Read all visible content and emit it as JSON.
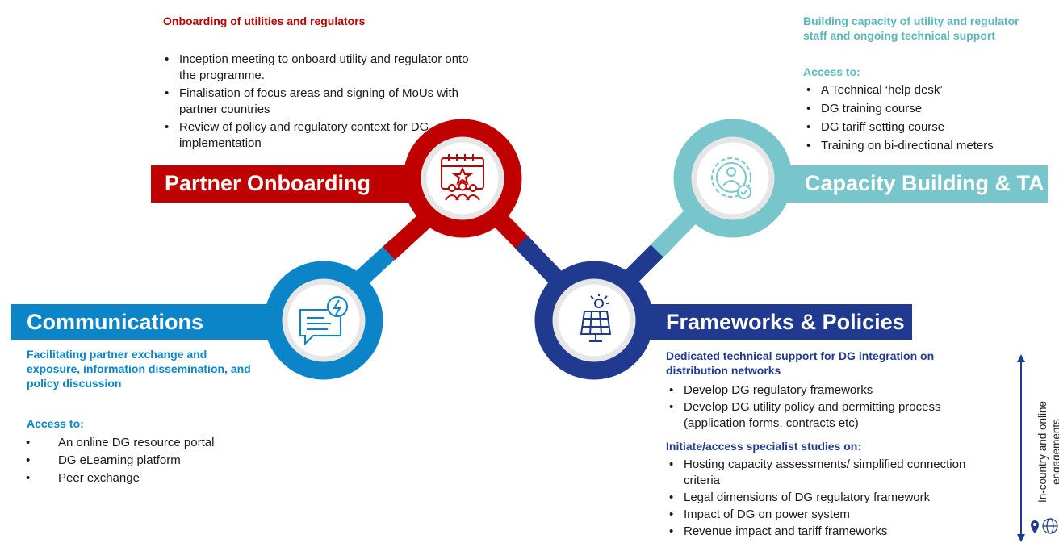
{
  "colors": {
    "red": "#c00000",
    "teal": "#78c6cb",
    "blue": "#0b85c7",
    "navy": "#1f3a8f",
    "ring_inner": "#e6e6e6"
  },
  "partner_onboarding": {
    "title": "Partner Onboarding",
    "heading": "Onboarding of utilities and regulators",
    "icon": "calendar-people-icon",
    "items": [
      "Inception meeting  to onboard utility and regulator onto the programme.",
      "Finalisation of focus areas and signing of MoUs with partner countries",
      "Review  of  policy and regulatory context for DG implementation"
    ]
  },
  "capacity_building": {
    "title": "Capacity Building & TA",
    "heading": "Building capacity of utility and regulator staff and ongoing technical support",
    "access_label": "Access to:",
    "icon": "gear-person-check-icon",
    "items": [
      "A Technical ‘help desk’",
      "DG training course",
      "DG tariff setting course",
      "Training on bi-directional meters"
    ]
  },
  "communications": {
    "title": "Communications",
    "heading": "Facilitating partner exchange and exposure, information dissemination, and policy discussion",
    "access_label": "Access to:",
    "icon": "chat-lightning-icon",
    "items": [
      "An online DG resource portal",
      "DG eLearning platform",
      "Peer exchange"
    ]
  },
  "frameworks": {
    "title": "Frameworks & Policies",
    "heading": "Dedicated technical support for DG integration on distribution networks",
    "icon": "solar-panel-icon",
    "items": [
      "Develop DG regulatory frameworks",
      "Develop DG utility policy and permitting process (application forms, contracts etc)"
    ],
    "studies_heading": "Initiate/access specialist studies on:",
    "studies": [
      "Hosting capacity assessments/ simplified connection criteria",
      "Legal dimensions of DG regulatory framework",
      "Impact of DG on power system",
      "Revenue impact and tariff frameworks"
    ]
  },
  "side_label": {
    "text": "In-country and online engagements",
    "icons": [
      "location-pin-icon",
      "globe-icon"
    ]
  }
}
